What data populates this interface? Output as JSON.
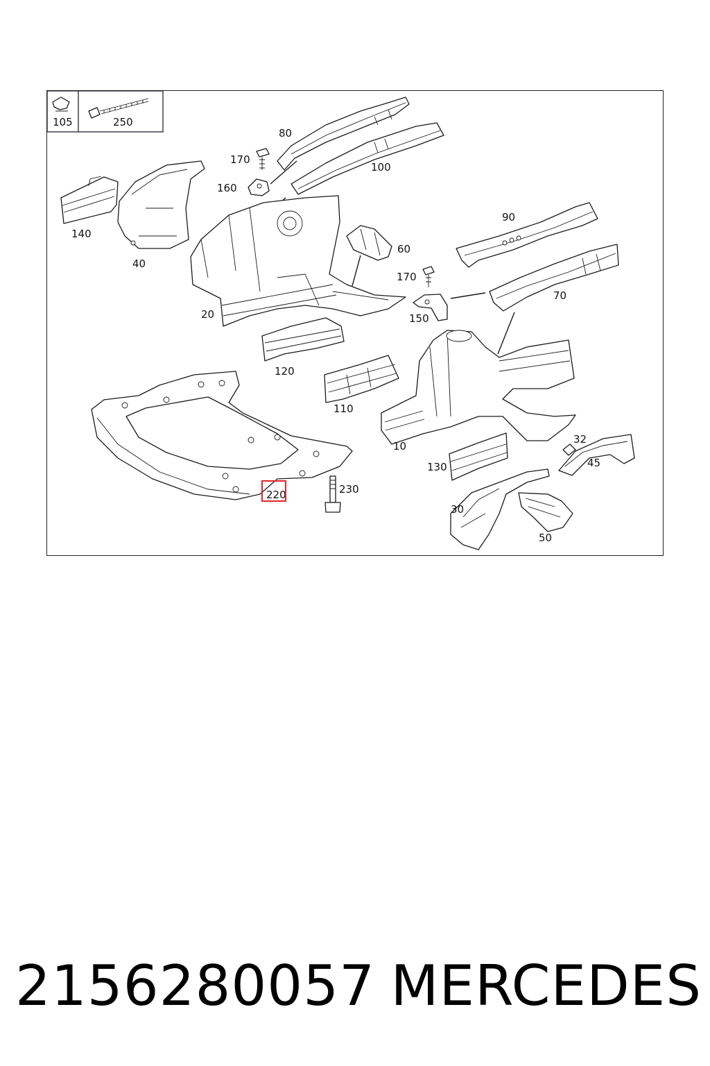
{
  "diagram": {
    "callouts": [
      {
        "id": "c105",
        "label": "105"
      },
      {
        "id": "c250",
        "label": "250"
      },
      {
        "id": "c80",
        "label": "80"
      },
      {
        "id": "c170a",
        "label": "170"
      },
      {
        "id": "c100",
        "label": "100"
      },
      {
        "id": "c160",
        "label": "160"
      },
      {
        "id": "c140",
        "label": "140"
      },
      {
        "id": "c40",
        "label": "40"
      },
      {
        "id": "c90",
        "label": "90"
      },
      {
        "id": "c60",
        "label": "60"
      },
      {
        "id": "c170b",
        "label": "170"
      },
      {
        "id": "c70",
        "label": "70"
      },
      {
        "id": "c150",
        "label": "150"
      },
      {
        "id": "c20",
        "label": "20"
      },
      {
        "id": "c120",
        "label": "120"
      },
      {
        "id": "c110",
        "label": "110"
      },
      {
        "id": "c10",
        "label": "10"
      },
      {
        "id": "c32",
        "label": "32"
      },
      {
        "id": "c45",
        "label": "45"
      },
      {
        "id": "c130",
        "label": "130"
      },
      {
        "id": "c230",
        "label": "230"
      },
      {
        "id": "c220",
        "label": "220"
      },
      {
        "id": "c30",
        "label": "30"
      },
      {
        "id": "c50",
        "label": "50"
      }
    ],
    "highlighted_callout": "220",
    "highlight_color": "#e0262b"
  },
  "caption": {
    "part_number": "2156280057",
    "brand": "MERCEDES"
  }
}
